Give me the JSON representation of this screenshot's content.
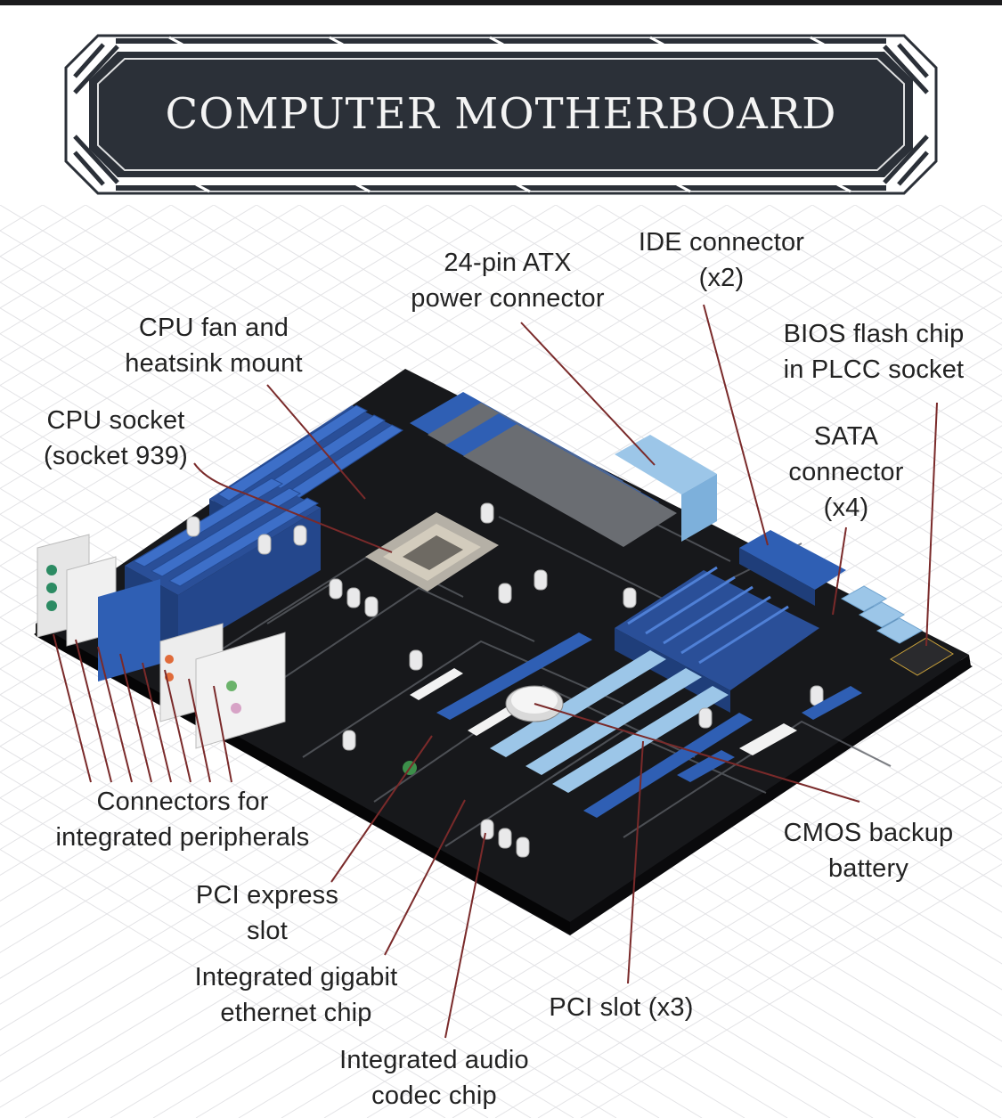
{
  "title": "COMPUTER MOTHERBOARD",
  "labels": {
    "atx_power": [
      "24-pin ATX",
      "power connector"
    ],
    "ide": [
      "IDE connector",
      "(x2)"
    ],
    "cpu_fan": [
      "CPU fan and",
      "heatsink mount"
    ],
    "bios": [
      "BIOS flash chip",
      "in PLCC socket"
    ],
    "cpu_socket": [
      "CPU socket",
      "(socket 939)"
    ],
    "sata": [
      "SATA",
      "connector",
      "(x4)"
    ],
    "connectors": [
      "Connectors for",
      "integrated peripherals"
    ],
    "cmos": [
      "CMOS backup",
      "battery"
    ],
    "pcie": [
      "PCI express",
      "slot"
    ],
    "gigabit": [
      "Integrated gigabit",
      "ethernet chip"
    ],
    "pci": [
      "PCI slot (x3)"
    ],
    "audio": [
      "Integrated audio",
      "codec chip"
    ]
  },
  "colors": {
    "banner": "#2b3038",
    "board": "#17181b",
    "blue": "#2f5fb4",
    "light_blue": "#9cc6e8",
    "leader": "#7a2a2a"
  }
}
